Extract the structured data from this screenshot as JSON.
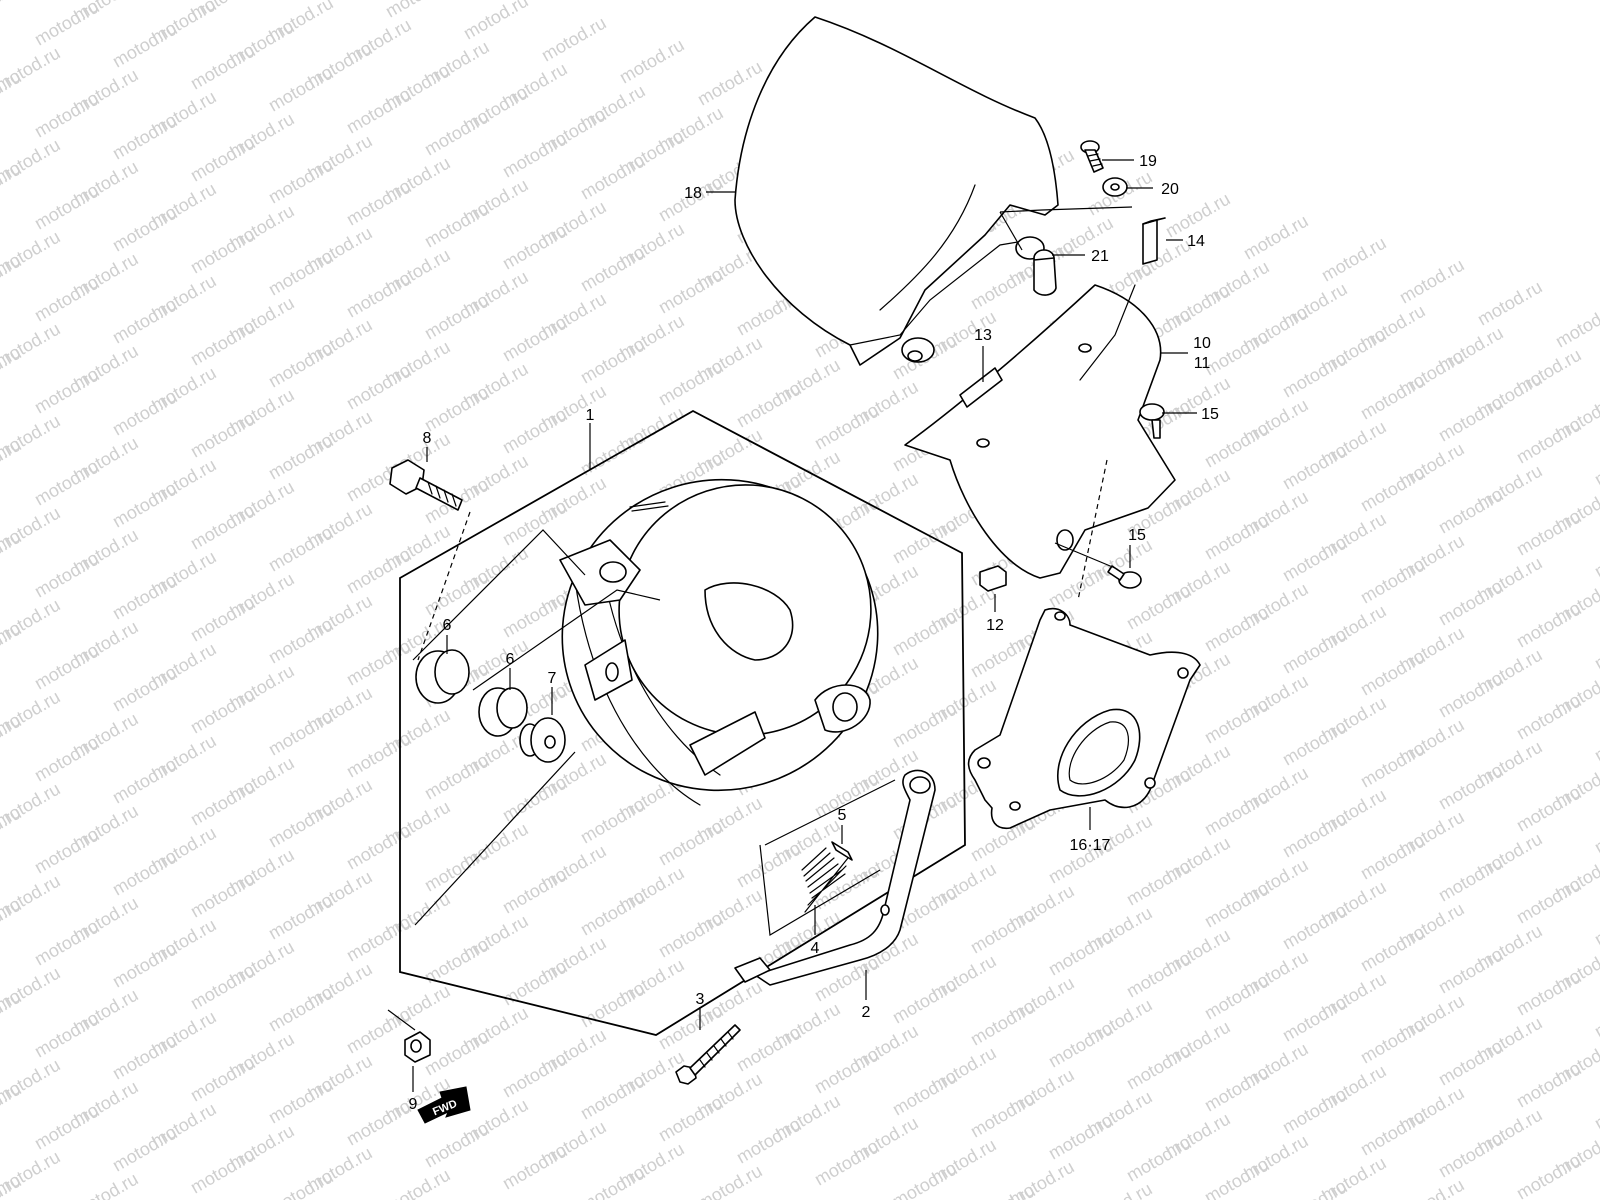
{
  "watermark": {
    "text": "motod.ru",
    "color": "#cfcfcf"
  },
  "diagram": {
    "type": "exploded parts diagram",
    "line_color": "#000000",
    "background": "#ffffff",
    "callouts": {
      "c1": "1",
      "c2": "2",
      "c3": "3",
      "c4": "4",
      "c5": "5",
      "c6a": "6",
      "c6b": "6",
      "c7": "7",
      "c8": "8",
      "c9": "9",
      "c10": "10",
      "c11": "11",
      "c12": "12",
      "c13": "13",
      "c14": "14",
      "c15a": "15",
      "c15b": "15",
      "c1617": "16·17",
      "c18": "18",
      "c19": "19",
      "c20": "20",
      "c21": "21"
    },
    "direction_badge": {
      "text": "FWD",
      "icon": "fwd-arrow-icon"
    }
  }
}
